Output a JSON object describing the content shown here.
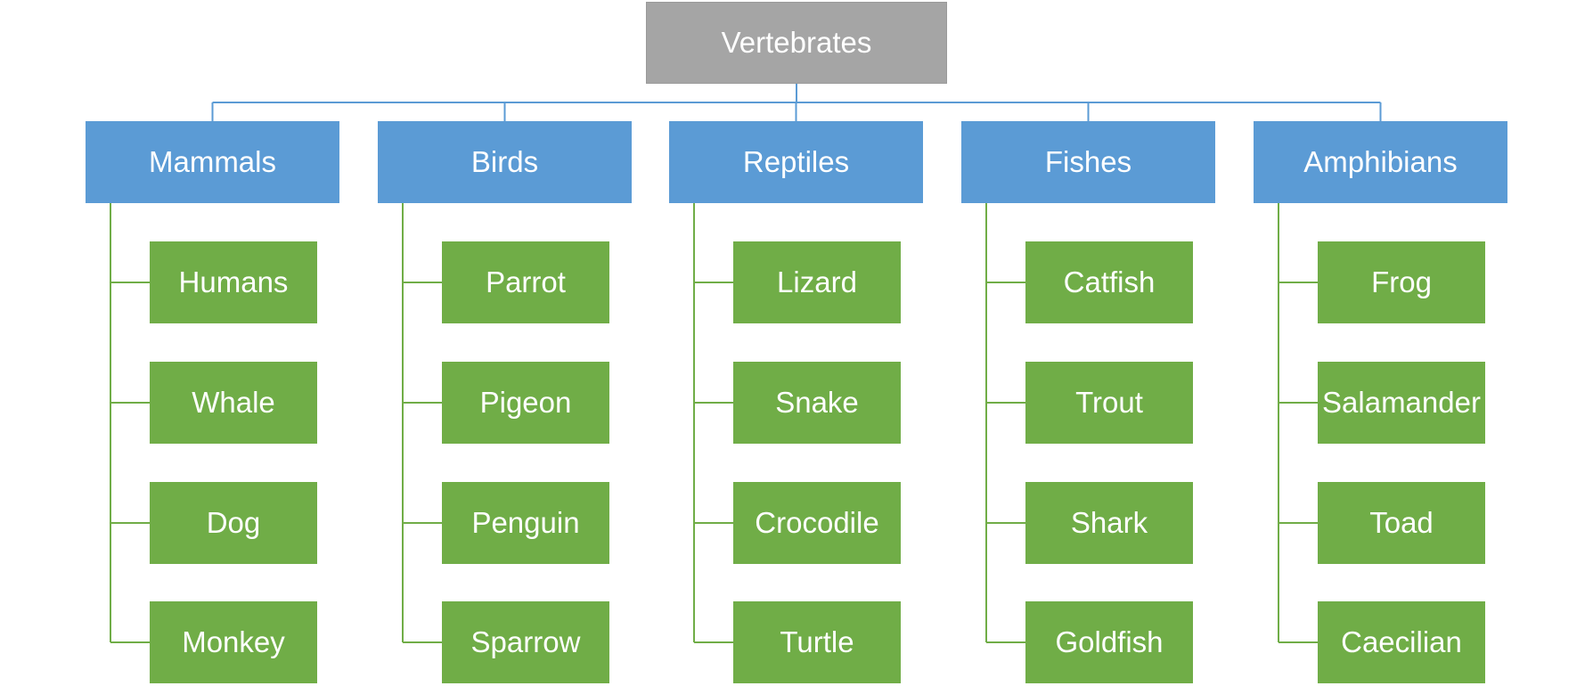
{
  "colors": {
    "root_fill": "#a5a5a5",
    "category_fill": "#5b9bd5",
    "leaf_fill": "#70ad47",
    "category_connector": "#5b9bd5",
    "leaf_connector": "#70ad47",
    "text": "#ffffff"
  },
  "root": {
    "label": "Vertebrates"
  },
  "categories": [
    {
      "label": "Mammals",
      "items": [
        "Humans",
        "Whale",
        "Dog",
        "Monkey"
      ]
    },
    {
      "label": "Birds",
      "items": [
        "Parrot",
        "Pigeon",
        "Penguin",
        "Sparrow"
      ]
    },
    {
      "label": "Reptiles",
      "items": [
        "Lizard",
        "Snake",
        "Crocodile",
        "Turtle"
      ]
    },
    {
      "label": "Fishes",
      "items": [
        "Catfish",
        "Trout",
        "Shark",
        "Goldfish"
      ]
    },
    {
      "label": "Amphibians",
      "items": [
        "Frog",
        "Salamander",
        "Toad",
        "Caecilian"
      ]
    }
  ]
}
